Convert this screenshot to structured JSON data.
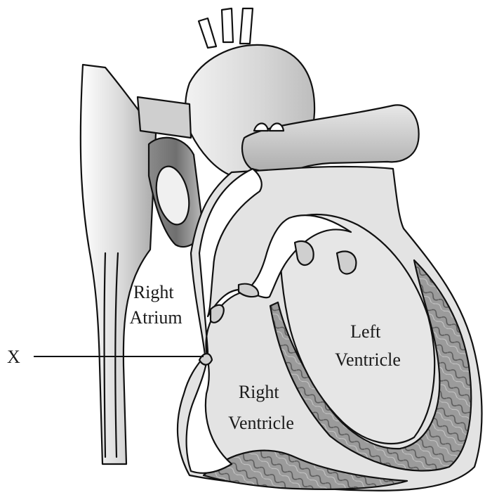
{
  "labels": {
    "right_atrium": [
      "Right",
      "Atrium"
    ],
    "left_ventricle": [
      "Left",
      "Ventricle"
    ],
    "right_ventricle": [
      "Right",
      "Ventricle"
    ],
    "pointer": "X"
  },
  "colors": {
    "light_fill": "#dcdcdc",
    "mid_fill": "#b5b5b5",
    "dark_fill": "#8f8f8f",
    "ink": "#111111",
    "background": "#ffffff"
  }
}
